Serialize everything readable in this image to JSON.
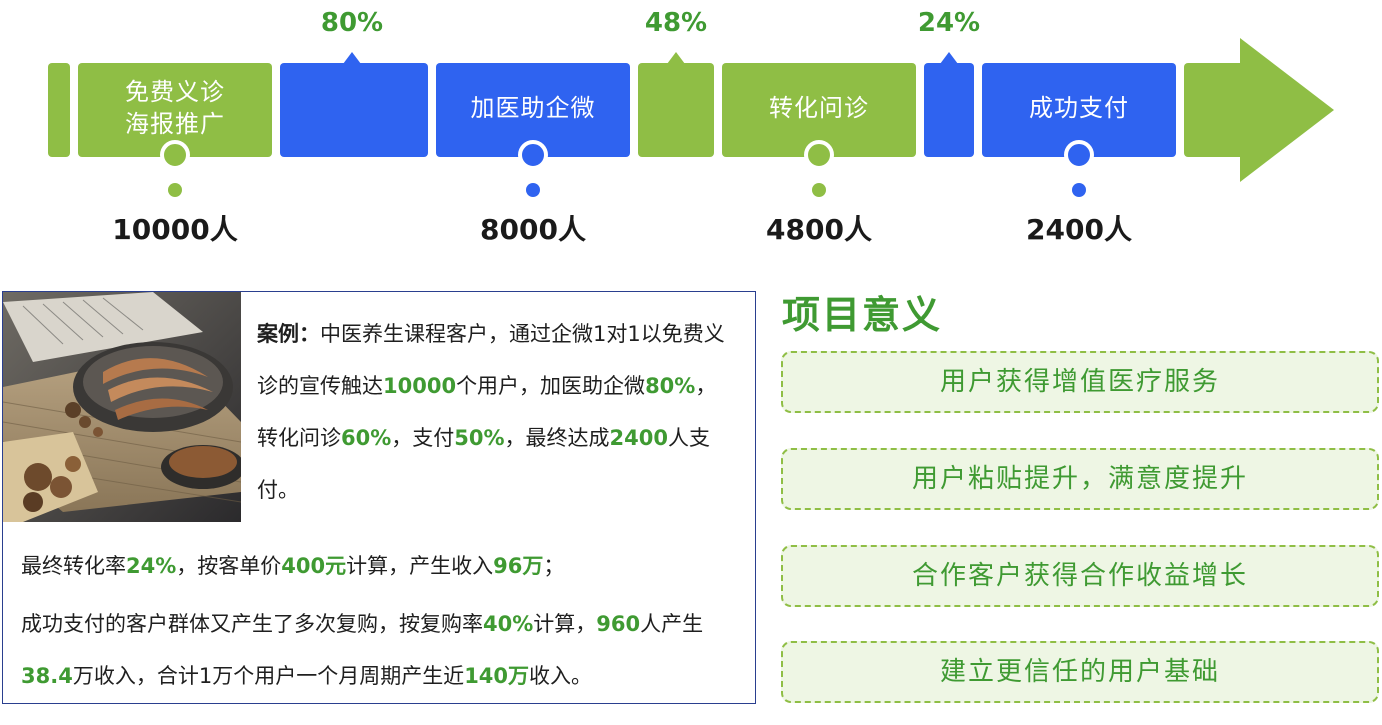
{
  "funnel": {
    "stages": [
      {
        "label_line1": "免费义诊",
        "label_line2": "海报推广",
        "count": "10000人"
      },
      {
        "label": "加医助企微",
        "count": "8000人"
      },
      {
        "label": "转化问诊",
        "count": "4800人"
      },
      {
        "label": "成功支付",
        "count": "2400人"
      }
    ],
    "rates": [
      "80%",
      "48%",
      "24%"
    ],
    "colors": {
      "green": "#8fbe45",
      "blue": "#2f63f0",
      "highlight": "#3f9a32"
    }
  },
  "case": {
    "prefix": "案例：",
    "p1_a": "中医养生课程客户，通过企微1对1以免费义诊的宣传触达",
    "p1_n1": "10000",
    "p1_b": "个用户，加医助企微",
    "p1_n2": "80%",
    "p1_c": "，转化问诊",
    "p1_n3": "60%",
    "p1_d": "，支付",
    "p1_n4": "50%",
    "p1_e": "，最终达成",
    "p1_n5": "2400",
    "p1_f": "人支付。",
    "p2_a": "最终转化率",
    "p2_n1": "24%",
    "p2_b": "，按客单价",
    "p2_n2": "400元",
    "p2_c": "计算，产生收入",
    "p2_n3": "96万",
    "p2_d": "；",
    "p3_a": "成功支付的客户群体又产生了多次复购，按复购率",
    "p3_n1": "40%",
    "p3_b": "计算，",
    "p3_n2": "960",
    "p3_c": "人产生",
    "p3_n3": "38.4",
    "p3_d": "万收入，合计1万个用户一个月周期产生近",
    "p3_n4": "140万",
    "p3_e": "收入。"
  },
  "meaning": {
    "title": "项目意义",
    "items": [
      "用户获得增值医疗服务",
      "用户粘贴提升，满意度提升",
      "合作客户获得合作收益增长",
      "建立更信任的用户基础"
    ]
  }
}
